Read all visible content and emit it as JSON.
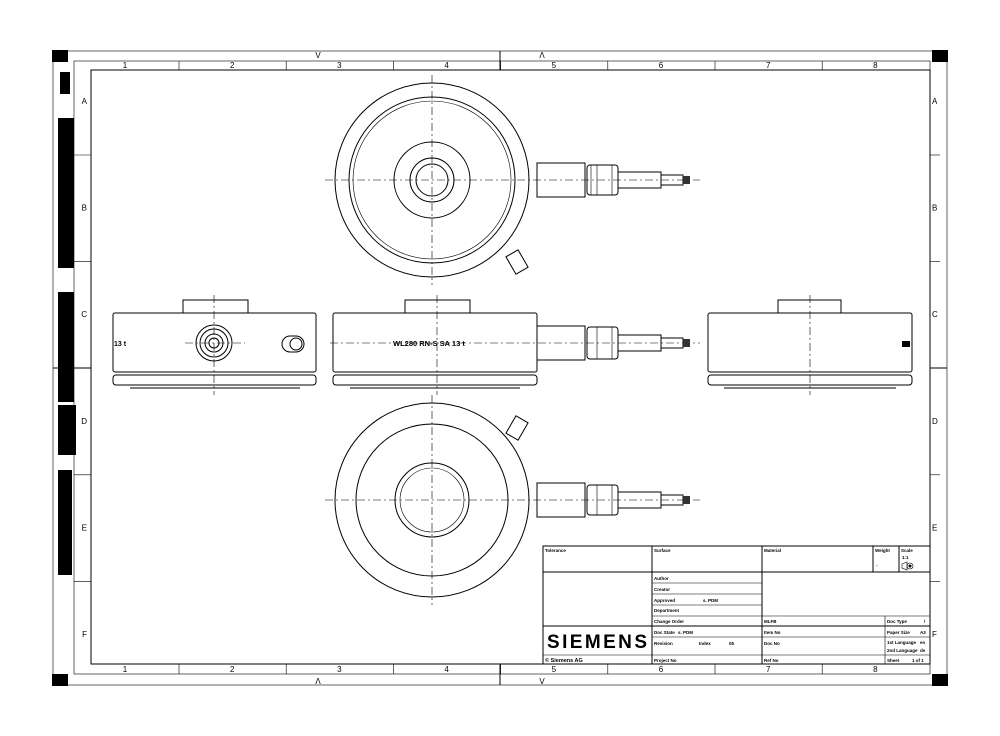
{
  "drawing": {
    "columns": [
      "1",
      "2",
      "3",
      "4",
      "5",
      "6",
      "7",
      "8"
    ],
    "rows": [
      "A",
      "B",
      "C",
      "D",
      "E",
      "F"
    ],
    "section_marks": {
      "top": [
        "V",
        "Λ"
      ],
      "bottom": [
        "Λ",
        "V"
      ]
    },
    "part_label": "WL280 RN-S SA 13 t",
    "part_label_left_fragment": "13 t"
  },
  "title_block": {
    "tolerance": "Tolerance",
    "surface": "Surface",
    "material": "Material",
    "weight": "Weight",
    "weight_value": "-",
    "scale": "Scale",
    "scale_value": "1:1",
    "author": "Author",
    "creator": "Creator",
    "approved": "Approved",
    "approved_value": "s. PDM",
    "department": "Department",
    "change_order": "Change Order",
    "doc_state": "Doc State",
    "doc_state_value": "s. PDM",
    "revision": "Revision",
    "index": "Index",
    "index_value": "05",
    "project_no": "Project No",
    "mlfb": "MLFB",
    "item_no": "Item No",
    "doc_no": "Doc No",
    "ref_no": "Ref No",
    "doc_type": "Doc Type",
    "doc_type_value": "/",
    "paper_size": "Paper Size",
    "paper_size_value": "A3",
    "first_language": "1st Language",
    "first_language_value": "en",
    "second_language": "2nd Language",
    "second_language_value": "de",
    "sheet": "Sheet",
    "sheet_value": "1 of 1",
    "logo": "SIEMENS",
    "copyright": "© Siemens AG"
  }
}
